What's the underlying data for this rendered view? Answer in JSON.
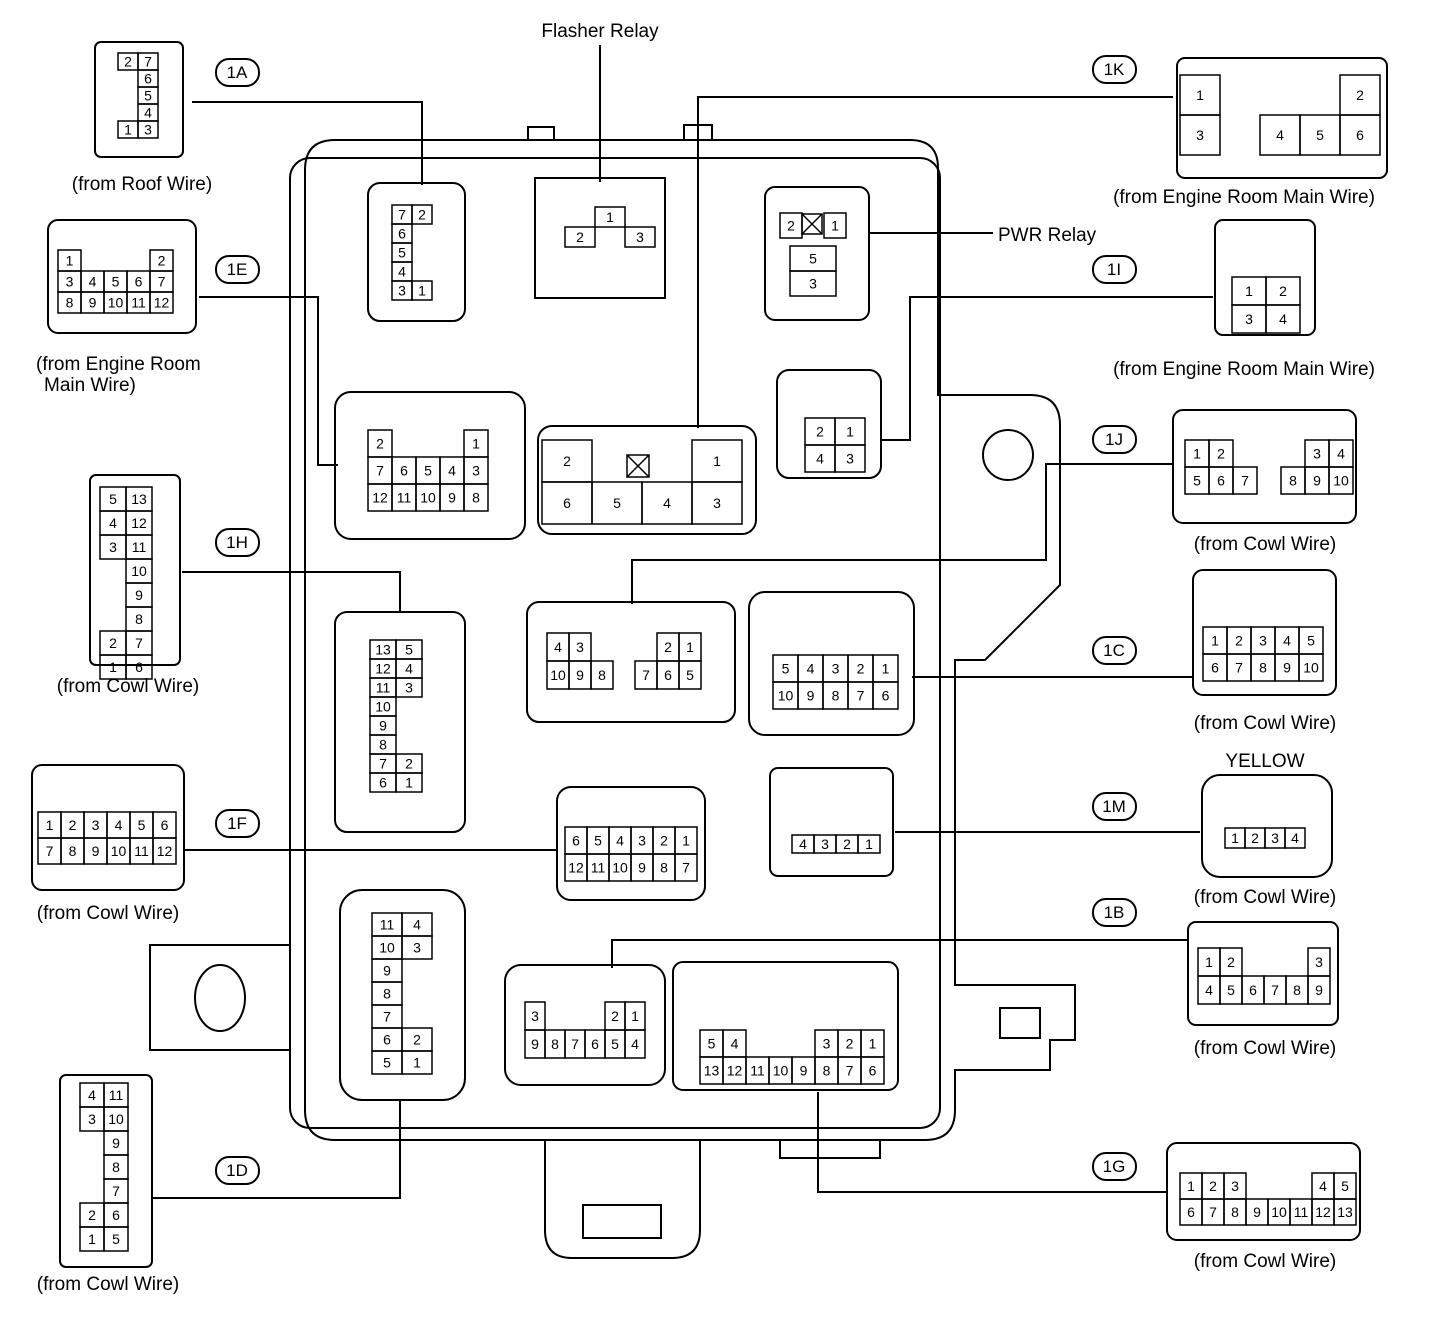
{
  "labels": {
    "flasher_relay": "Flasher Relay",
    "pwr_relay": "PWR Relay",
    "yellow": "YELLOW"
  },
  "connectors": [
    {
      "id": "1A",
      "source": "(from Roof Wire)"
    },
    {
      "id": "1E",
      "source_line1": "(from Engine Room",
      "source_line2": "Main Wire)"
    },
    {
      "id": "1H",
      "source": "(from Cowl Wire)"
    },
    {
      "id": "1F",
      "source": "(from Cowl Wire)"
    },
    {
      "id": "1D",
      "source": "(from Cowl Wire)"
    },
    {
      "id": "1K",
      "source": "(from Engine Room Main Wire)"
    },
    {
      "id": "1I",
      "source": "(from Engine Room Main Wire)"
    },
    {
      "id": "1J",
      "source": "(from Cowl Wire)"
    },
    {
      "id": "1C",
      "source": "(from Cowl Wire)"
    },
    {
      "id": "1M",
      "source": "(from Cowl Wire)"
    },
    {
      "id": "1B",
      "source": "(from Cowl Wire)"
    },
    {
      "id": "1G",
      "source": "(from Cowl Wire)"
    }
  ]
}
